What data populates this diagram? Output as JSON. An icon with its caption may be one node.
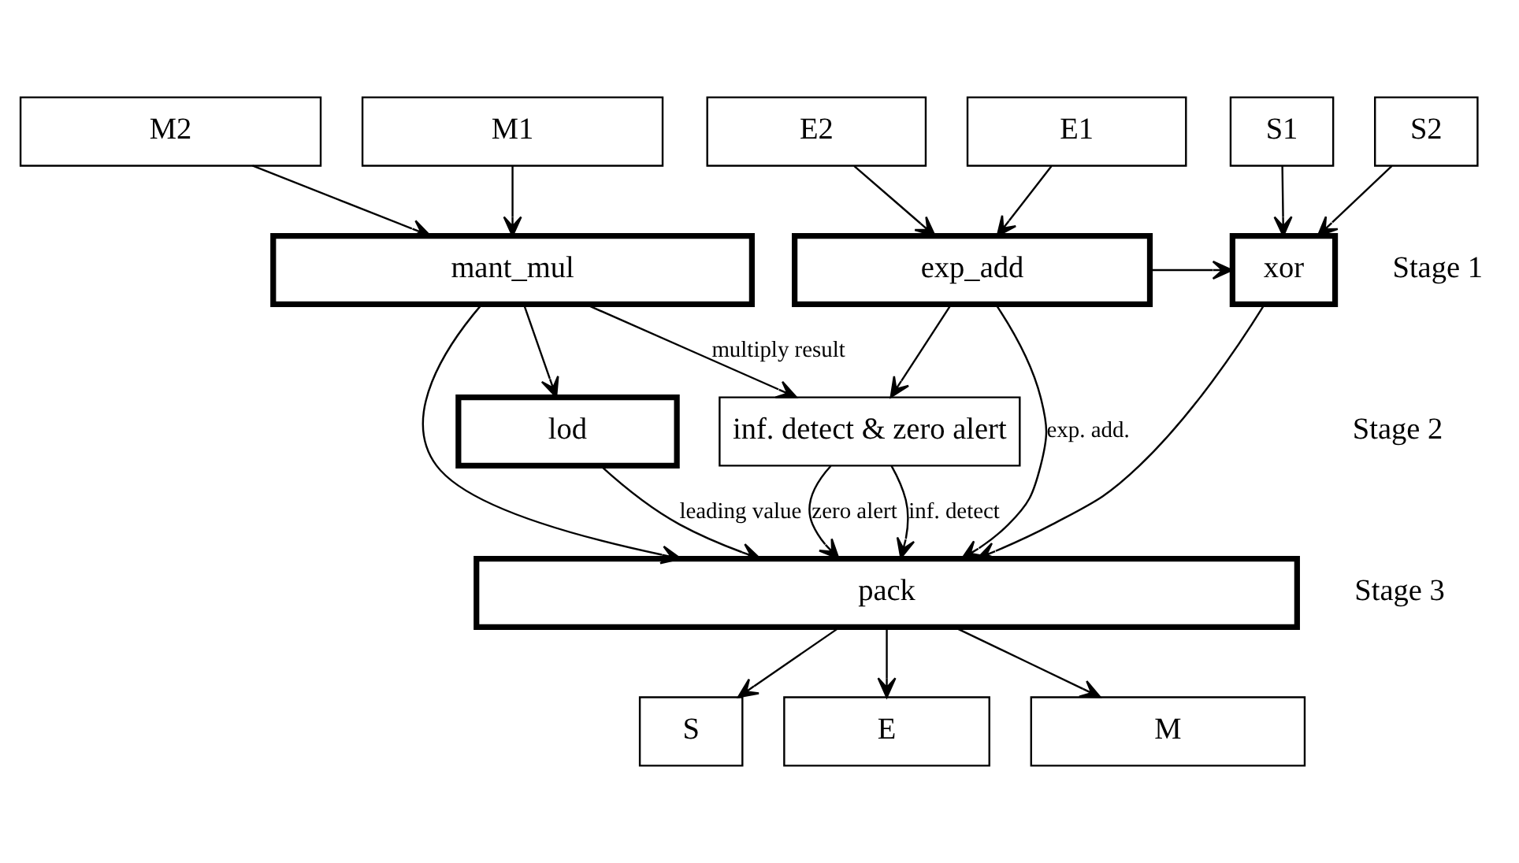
{
  "diagram": {
    "nodes": [
      {
        "text": [
          "S1"
        ]
      },
      {
        "text": [
          "S2"
        ]
      },
      {
        "text": [
          "E1"
        ]
      },
      {
        "text": [
          "E2"
        ]
      },
      {
        "text": [
          "M1"
        ]
      },
      {
        "text": [
          "M2"
        ]
      },
      {
        "text": [
          "xor"
        ]
      },
      {
        "text": [
          "exp_add"
        ]
      },
      {
        "text": [
          "mant_mul"
        ]
      },
      {
        "text": [
          "inf. detect & zero alert"
        ]
      },
      {
        "text": [
          "lod"
        ]
      },
      {
        "text": [
          "pack"
        ]
      },
      {
        "text": [
          "S"
        ]
      },
      {
        "text": [
          "E"
        ]
      },
      {
        "text": [
          "M"
        ]
      }
    ],
    "edges": [
      {
        "from": 0,
        "to": 6,
        "arrow": "to"
      },
      {
        "from": 1,
        "to": 6,
        "arrow": "to"
      },
      {
        "from": 2,
        "to": 7,
        "arrow": "to"
      },
      {
        "from": 3,
        "to": 7,
        "arrow": "to"
      },
      {
        "from": 4,
        "to": 8,
        "arrow": "to"
      },
      {
        "from": 5,
        "to": 8,
        "arrow": "to"
      },
      {
        "from": 7,
        "to": 6,
        "arrow": "to"
      },
      {
        "from": 6,
        "to": 11,
        "arrow": "to"
      },
      {
        "from": 7,
        "to": 11,
        "arrow": "to",
        "label": "exp. add."
      },
      {
        "from": 7,
        "to": 9,
        "arrow": "to"
      },
      {
        "from": 8,
        "to": 9,
        "arrow": "to",
        "label": "multiply result"
      },
      {
        "from": 8,
        "to": 10,
        "arrow": "to"
      },
      {
        "from": 8,
        "to": 11,
        "arrow": "to"
      },
      {
        "from": 9,
        "to": 11,
        "arrow": "to",
        "label": "inf. detect"
      },
      {
        "from": 9,
        "to": 11,
        "arrow": "to",
        "label": "zero alert"
      },
      {
        "from": 10,
        "to": 11,
        "arrow": "to",
        "label": "leading value"
      },
      {
        "from": 11,
        "to": 12,
        "arrow": "to"
      },
      {
        "from": 11,
        "to": 13,
        "arrow": "to"
      },
      {
        "from": 11,
        "to": 14,
        "arrow": "to"
      }
    ],
    "labels": [
      "Stage 1",
      "Stage 2",
      "Stage 3"
    ]
  }
}
